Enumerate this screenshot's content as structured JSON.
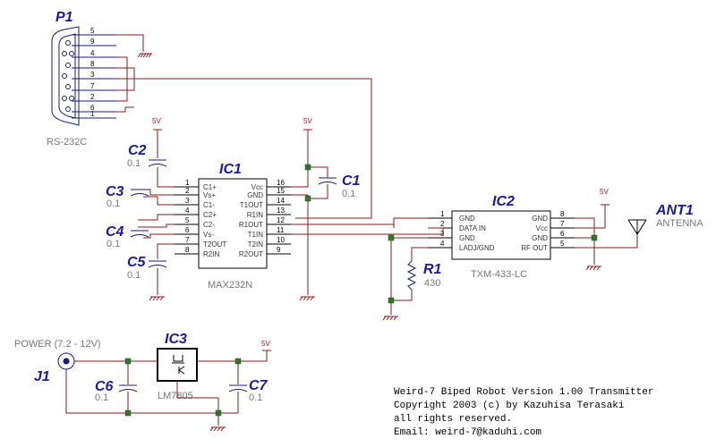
{
  "components": {
    "p1": {
      "ref": "P1",
      "value": "RS-232C",
      "pins": [
        "5",
        "9",
        "4",
        "8",
        "3",
        "7",
        "2",
        "6",
        "1"
      ]
    },
    "c1": {
      "ref": "C1",
      "value": "0.1"
    },
    "c2": {
      "ref": "C2",
      "value": "0.1"
    },
    "c3": {
      "ref": "C3",
      "value": "0.1"
    },
    "c4": {
      "ref": "C4",
      "value": "0.1"
    },
    "c5": {
      "ref": "C5",
      "value": "0.1"
    },
    "c6": {
      "ref": "C6",
      "value": "0.1"
    },
    "c7": {
      "ref": "C7",
      "value": "0.1"
    },
    "ic1": {
      "ref": "IC1",
      "value": "MAX232N",
      "left_pins": [
        {
          "num": "1",
          "label": "C1+"
        },
        {
          "num": "2",
          "label": "Vs+"
        },
        {
          "num": "3",
          "label": "C1-"
        },
        {
          "num": "4",
          "label": "C2+"
        },
        {
          "num": "5",
          "label": "C2-"
        },
        {
          "num": "6",
          "label": "Vs-"
        },
        {
          "num": "7",
          "label": "T2OUT"
        },
        {
          "num": "8",
          "label": "R2IN"
        }
      ],
      "right_pins": [
        {
          "num": "16",
          "label": "Vcc"
        },
        {
          "num": "15",
          "label": "GND"
        },
        {
          "num": "14",
          "label": "T1OUT"
        },
        {
          "num": "13",
          "label": "R1IN"
        },
        {
          "num": "12",
          "label": "R1OUT"
        },
        {
          "num": "11",
          "label": "T1IN"
        },
        {
          "num": "10",
          "label": "T2IN"
        },
        {
          "num": "9",
          "label": "R2OUT"
        }
      ]
    },
    "ic2": {
      "ref": "IC2",
      "value": "TXM-433-LC",
      "left_pins": [
        {
          "num": "1",
          "label": "GND"
        },
        {
          "num": "2",
          "label": "DATA IN"
        },
        {
          "num": "3",
          "label": "GND"
        },
        {
          "num": "4",
          "label": "LADJ/GND"
        }
      ],
      "right_pins": [
        {
          "num": "8",
          "label": "GND"
        },
        {
          "num": "7",
          "label": "Vcc"
        },
        {
          "num": "6",
          "label": "GND"
        },
        {
          "num": "5",
          "label": "RF OUT"
        }
      ]
    },
    "ic3": {
      "ref": "IC3",
      "value": "LM7805"
    },
    "r1": {
      "ref": "R1",
      "value": "430"
    },
    "ant1": {
      "ref": "ANT1",
      "value": "ANTENNA"
    },
    "j1": {
      "ref": "J1",
      "value": "POWER (7.2 - 12V)"
    }
  },
  "power_labels": {
    "ic1_vcc": "5V",
    "c1_top": "5V",
    "ic2_vcc": "5V",
    "reg_out": "5V"
  },
  "notes": [
    "Weird-7 Biped Robot Version 1.00 Transmitter",
    "Copyright 2003 (c) by Kazuhisa Terasaki",
    "all rights reserved.",
    "Email: weird-7@kaduhi.com"
  ]
}
